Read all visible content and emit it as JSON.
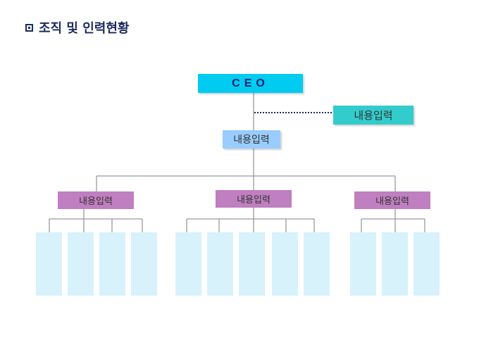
{
  "title": "조직 및 인력현황",
  "ceo": "CEO",
  "advisor": "내용입력",
  "middle": "내용입력",
  "departments": [
    "내용입력",
    "내용입력",
    "내용입력"
  ],
  "colors": {
    "ceo": "#00ccf2",
    "advisor": "#33cccc",
    "middle": "#99ccff",
    "department": "#c07fc0",
    "sub": "#d7f2fb"
  }
}
